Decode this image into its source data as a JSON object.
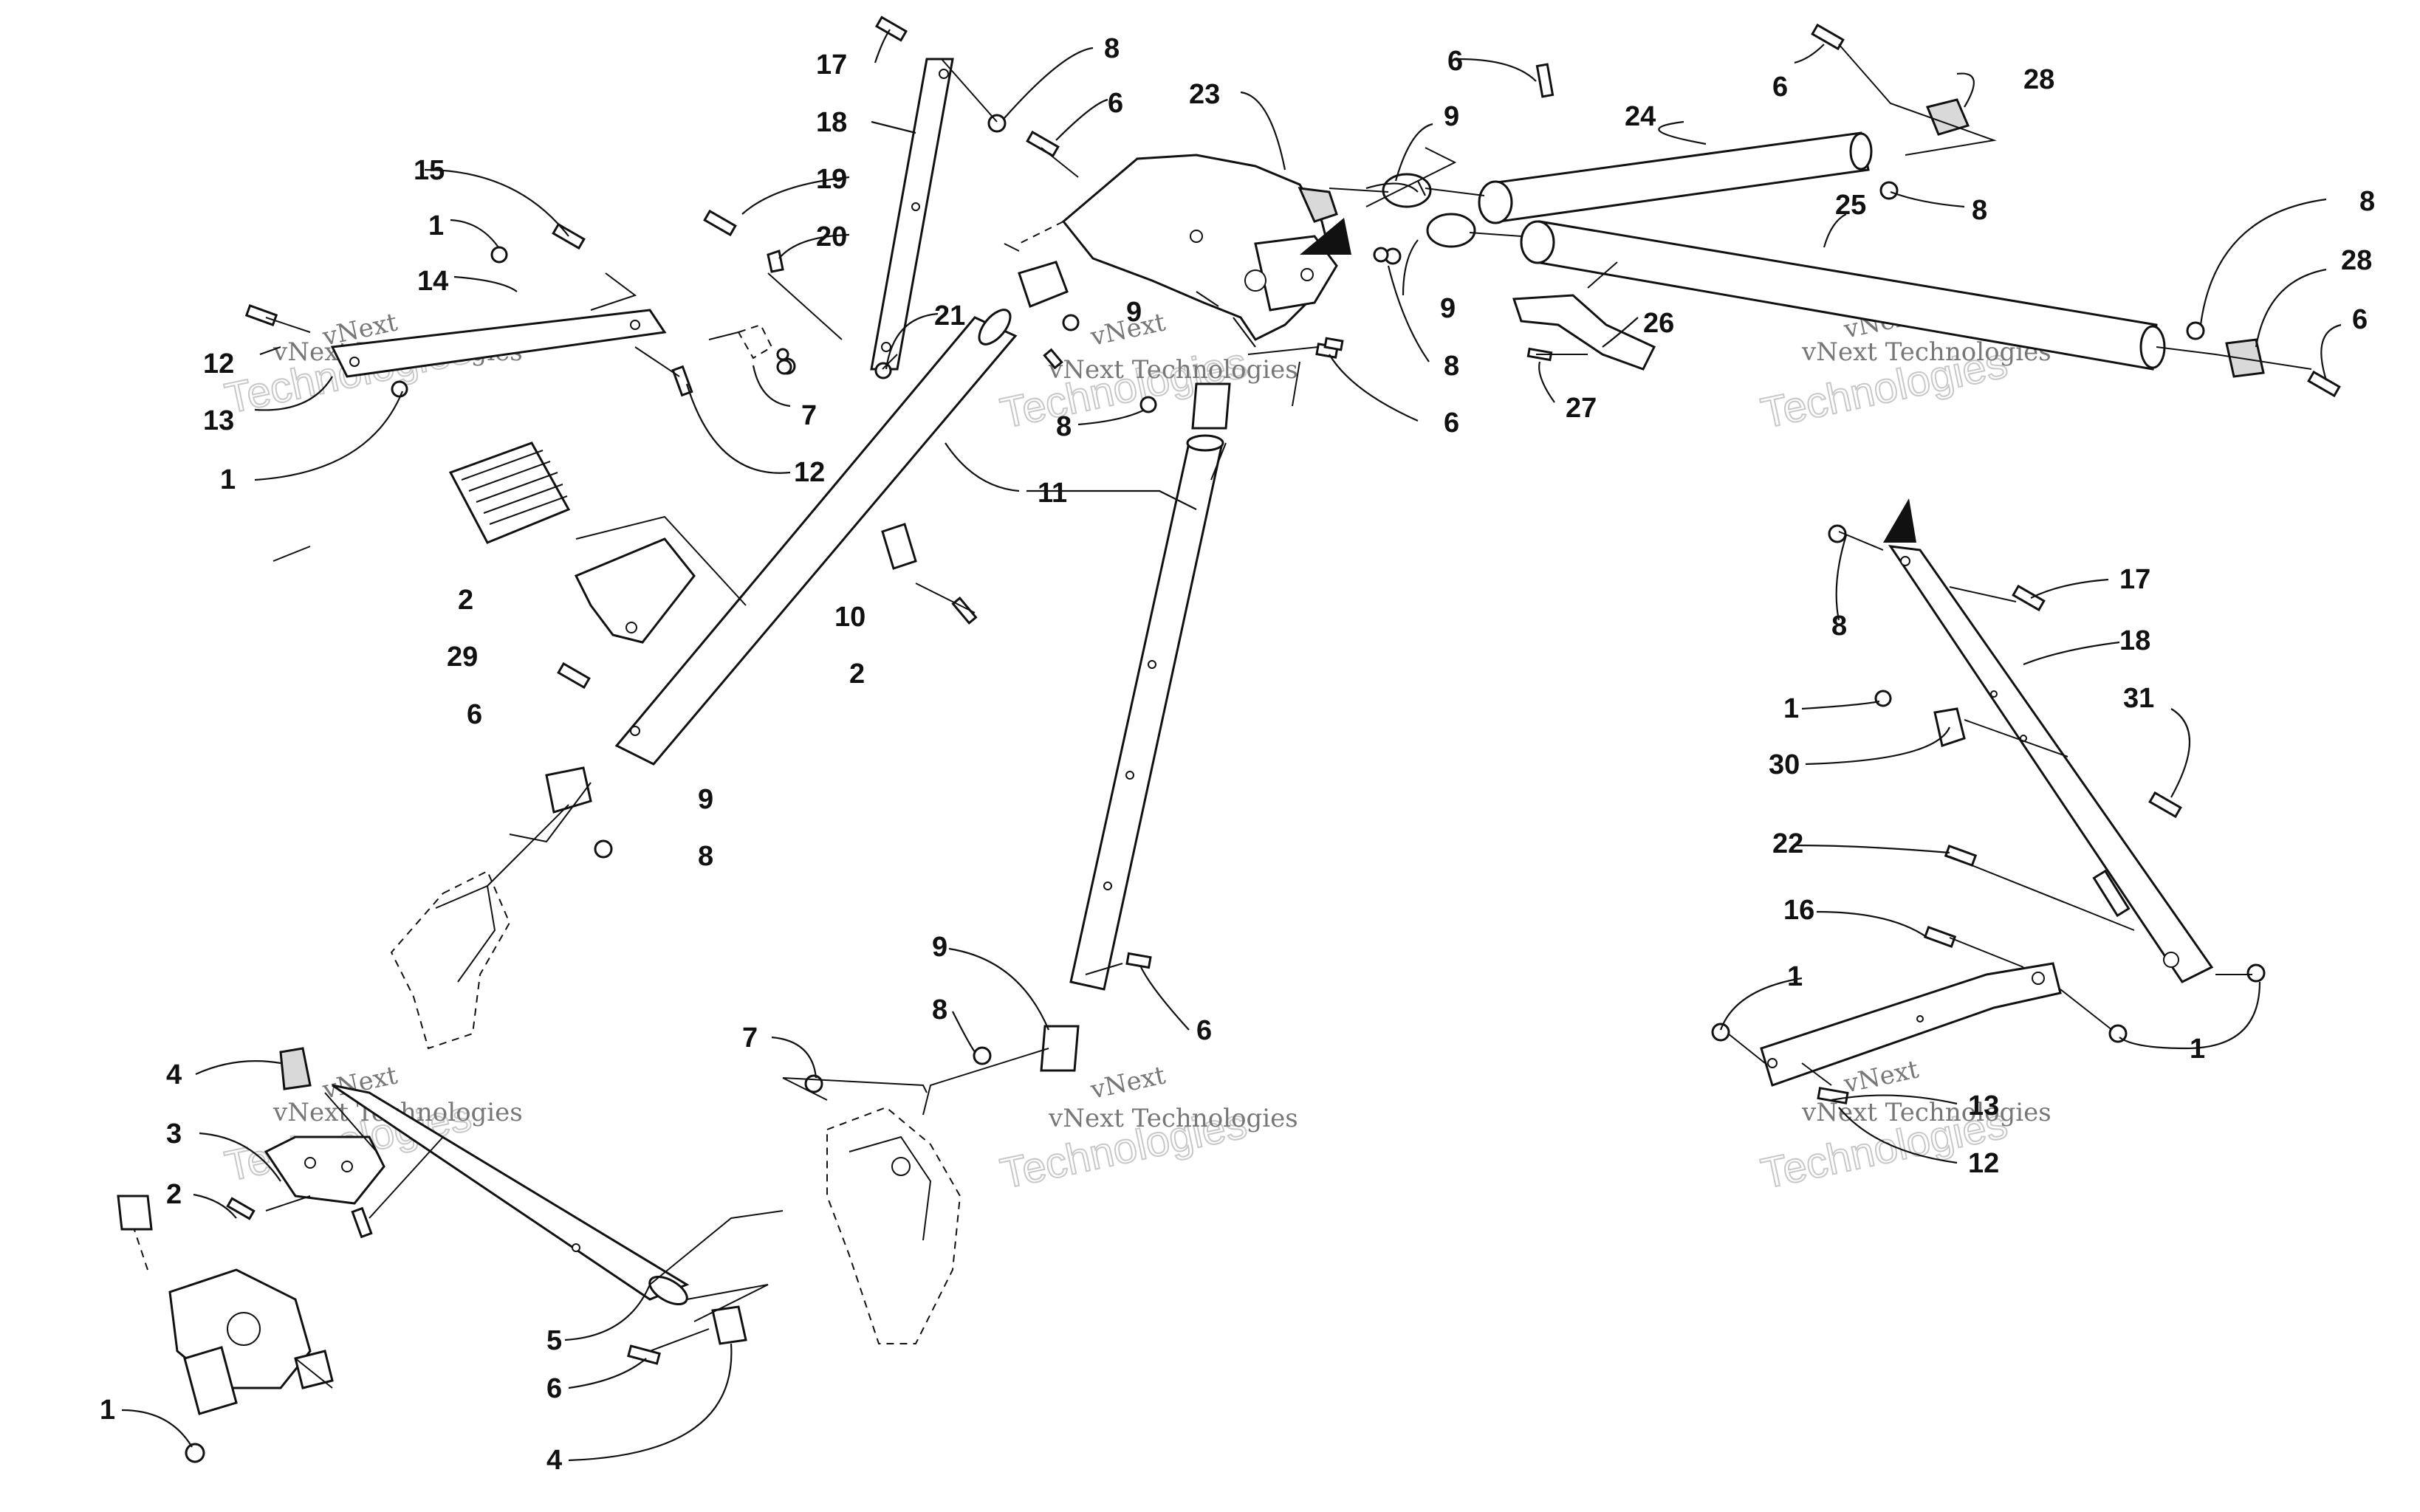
{
  "diagram": {
    "callouts": {
      "c1": "1",
      "c2": "2",
      "c3": "3",
      "c4": "4",
      "c5": "5",
      "c6": "6",
      "c7": "7",
      "c8": "8",
      "c9": "9",
      "c10": "10",
      "c11": "11",
      "c12": "12",
      "c13": "13",
      "c14": "14",
      "c15": "15",
      "c16": "16",
      "c17": "17",
      "c18": "18",
      "c19": "19",
      "c20": "20",
      "c21": "21",
      "c22": "22",
      "c23": "23",
      "c24": "24",
      "c25": "25",
      "c26": "26",
      "c27": "27",
      "c28": "28",
      "c29": "29",
      "c30": "30",
      "c31": "31"
    },
    "watermark": {
      "brand": "vNext",
      "line": "vNext Technologies",
      "large": "Technologies"
    }
  }
}
